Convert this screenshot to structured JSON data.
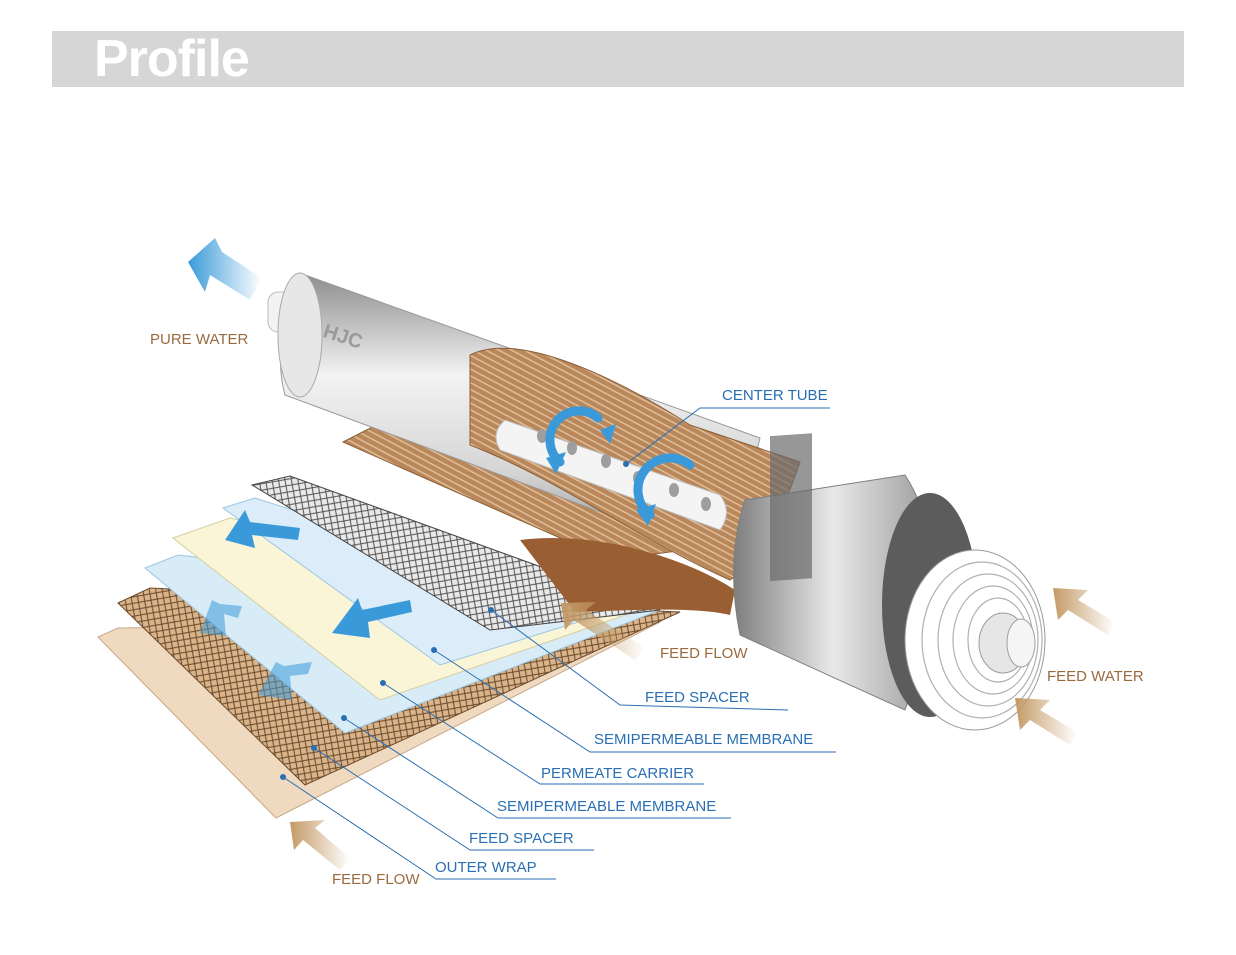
{
  "header": {
    "title": "Profile"
  },
  "colors": {
    "title_bar": "#d6d6d6",
    "label_blue": "#2a6fb3",
    "label_brown": "#9a6a3f",
    "flow_blue": "#3a9ad9",
    "flow_tan": "#c49a66"
  },
  "labels": {
    "pure_water": "PURE WATER",
    "center_tube": "CENTER TUBE",
    "feed_flow_right": "FEED FLOW",
    "feed_water": "FEED WATER",
    "feed_spacer_top": "FEED SPACER",
    "semipermeable_membrane_top": "SEMIPERMEABLE MEMBRANE",
    "permeate_carrier": "PERMEATE CARRIER",
    "semipermeable_membrane_bottom": "SEMIPERMEABLE MEMBRANE",
    "feed_spacer_bottom": "FEED SPACER",
    "outer_wrap": "OUTER WRAP",
    "feed_flow_bottom": "FEED FLOW"
  },
  "logo_text": "HJC"
}
